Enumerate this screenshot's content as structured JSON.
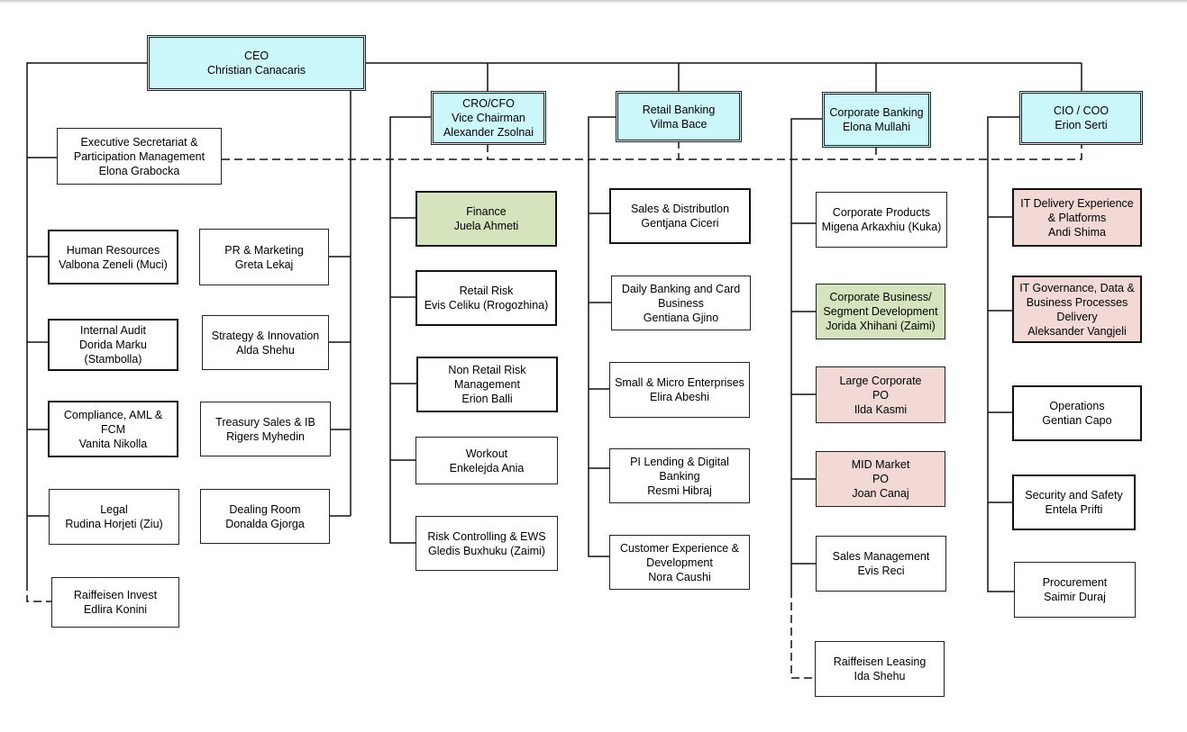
{
  "nodes": {
    "ceo": [
      "CEO",
      "Christian Canacaris"
    ],
    "exec_secretariat": [
      "Executive Secretariat &",
      "Participation Management",
      "Elona Grabocka"
    ],
    "human_resources": [
      "Human Resources",
      "Valbona Zeneli (Muci)"
    ],
    "internal_audit": [
      "Internal Audit",
      "Dorida Marku",
      "(Stambolla)"
    ],
    "compliance": [
      "Compliance, AML &",
      "FCM",
      "Vanita Nikolla"
    ],
    "legal": [
      "Legal",
      "Rudina Horjeti (Ziu)"
    ],
    "raiffeisen_invest": [
      "Raiffeisen Invest",
      "Edlira Konini"
    ],
    "pr_marketing": [
      "PR & Marketing",
      "Greta Lekaj"
    ],
    "strategy": [
      "Strategy & Innovation",
      "Alda Shehu"
    ],
    "treasury": [
      "Treasury Sales & IB",
      "Rigers Myhedin"
    ],
    "dealing_room": [
      "Dealing Room",
      "Donalda Gjorga"
    ],
    "cro_cfo": [
      "CRO/CFO",
      "Vice Chairman",
      "Alexander Zsolnai"
    ],
    "finance": [
      "Finance",
      "Juela Ahmeti"
    ],
    "retail_risk": [
      "Retail Risk",
      "Evis Celiku (Rrogozhina)"
    ],
    "non_retail_risk": [
      "Non Retail Risk",
      "Management",
      "Erion Balli"
    ],
    "workout": [
      "Workout",
      "Enkelejda Ania"
    ],
    "risk_controlling": [
      "Risk Controlling & EWS",
      "Gledis Buxhuku (Zaimi)"
    ],
    "retail_banking": [
      "Retail Banking",
      "Vilma Bace"
    ],
    "sales_distribution": [
      "Sales & Distributlon",
      "Gentjana Ciceri"
    ],
    "daily_banking": [
      "Daily Banking and Card",
      "Business",
      "Gentiana Gjino"
    ],
    "small_micro": [
      "Small & Micro Enterprises",
      "Elira Abeshi"
    ],
    "pi_lending": [
      "PI Lending & Digital",
      "Banking",
      "Resmi Hibraj"
    ],
    "customer_experience": [
      "Customer Experience &",
      "Development",
      "Nora Caushi"
    ],
    "corporate_banking": [
      "Corporate Banking",
      "Elona Mullahi"
    ],
    "corporate_products": [
      "Corporate Products",
      "Migena Arkaxhiu (Kuka)"
    ],
    "corporate_business": [
      "Corporate Business/",
      "Segment Development",
      "Jorida Xhihani (Zaimi)"
    ],
    "large_corporate": [
      "Large Corporate",
      "PO",
      "Ilda Kasmi"
    ],
    "mid_market": [
      "MID Market",
      "PO",
      "Joan Canaj"
    ],
    "sales_management": [
      "Sales Management",
      "Evis Reci"
    ],
    "raiffeisen_leasing": [
      "Raiffeisen Leasing",
      "Ida Shehu"
    ],
    "cio_coo": [
      "CIO / COO",
      "Erion Serti"
    ],
    "it_delivery": [
      "IT Delivery Experience",
      "& Platforms",
      "Andi Shima"
    ],
    "it_governance": [
      "IT Governance, Data &",
      "Business Processes",
      "Delivery",
      "Aleksander Vangjeli"
    ],
    "operations": [
      "Operations",
      "Gentian Capo"
    ],
    "security": [
      "Security and Safety",
      "Entela Prifti"
    ],
    "procurement": [
      "Procurement",
      "Saimir Duraj"
    ]
  }
}
